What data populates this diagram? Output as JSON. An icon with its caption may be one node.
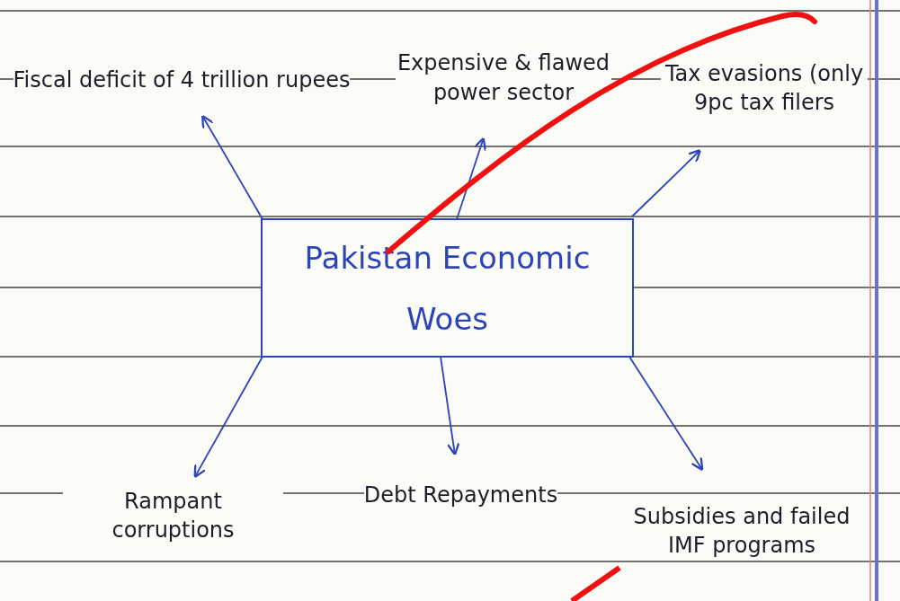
{
  "diagram": {
    "nodes": [
      {
        "text": [
          "Pakistan Economic Woes"
        ]
      },
      {
        "text": [
          "Fiscal deficit of 4 trillion rupees"
        ]
      },
      {
        "text": [
          "Expensive & flawed power sector"
        ]
      },
      {
        "text": [
          "Tax evasions (only 9pc tax filers"
        ]
      },
      {
        "text": [
          "Rampant corruptions"
        ]
      },
      {
        "text": [
          "Debt Repayments"
        ]
      },
      {
        "text": [
          "Subsidies and failed IMF programs"
        ]
      }
    ],
    "edges": [
      {
        "from": 0,
        "to": 1,
        "arrow": "to"
      },
      {
        "from": 0,
        "to": 2,
        "arrow": "to"
      },
      {
        "from": 0,
        "to": 3,
        "arrow": "to"
      },
      {
        "from": 0,
        "to": 4,
        "arrow": "to"
      },
      {
        "from": 0,
        "to": 5,
        "arrow": "to"
      },
      {
        "from": 0,
        "to": 6,
        "arrow": "to"
      }
    ]
  }
}
